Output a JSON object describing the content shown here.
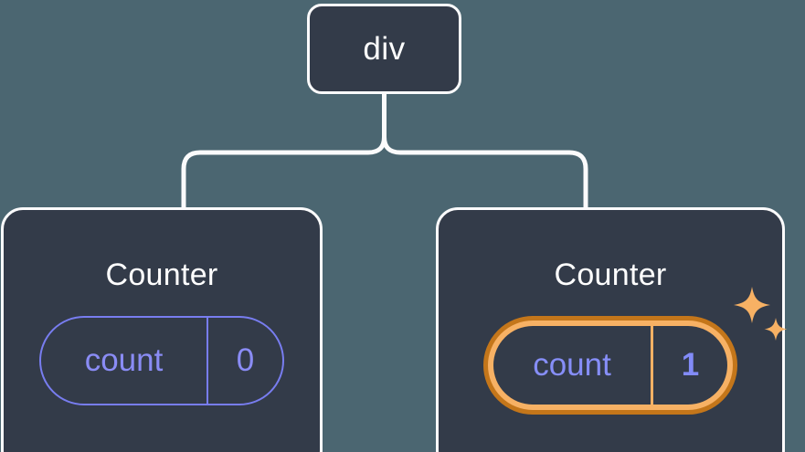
{
  "diagram": {
    "type": "component-tree",
    "background_color": "#4b6671",
    "card_fill_color": "#333b49",
    "card_border_color": "#fbfbfc",
    "connector_color": "#fbfbfc",
    "accent_purple": "#8a8cf5",
    "highlight_orange_outer": "#c4761a",
    "highlight_orange_inner": "#f7b164"
  },
  "root": {
    "label": "div"
  },
  "children": [
    {
      "title": "Counter",
      "state": {
        "key": "count",
        "value": "0",
        "highlighted": false
      }
    },
    {
      "title": "Counter",
      "state": {
        "key": "count",
        "value": "1",
        "highlighted": true
      },
      "sparkle_icons": [
        "sparkle-large",
        "sparkle-small"
      ]
    }
  ]
}
